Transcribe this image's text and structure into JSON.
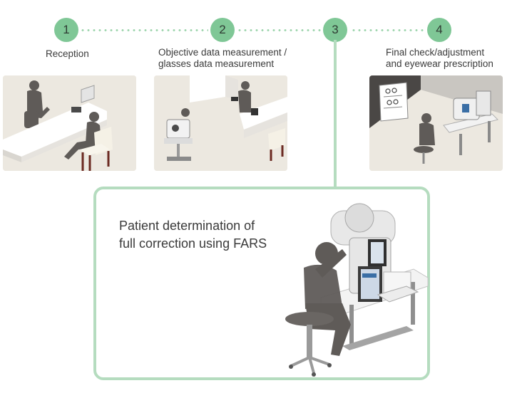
{
  "steps": [
    {
      "number": "1",
      "label_lines": [
        "Reception"
      ]
    },
    {
      "number": "2",
      "label_lines": [
        "Objective data measurement /",
        "glasses data measurement"
      ]
    },
    {
      "number": "3",
      "label_lines": []
    },
    {
      "number": "4",
      "label_lines": [
        "Final check/adjustment",
        "and eyewear prescription"
      ]
    }
  ],
  "main": {
    "title_lines": [
      "Patient determination of",
      "full correction using FARS"
    ]
  },
  "colors": {
    "accent": "#7fc796",
    "accent_light": "#b5dcbf",
    "panel_bg": "#ece8e0",
    "figure": "#5f5b58"
  }
}
